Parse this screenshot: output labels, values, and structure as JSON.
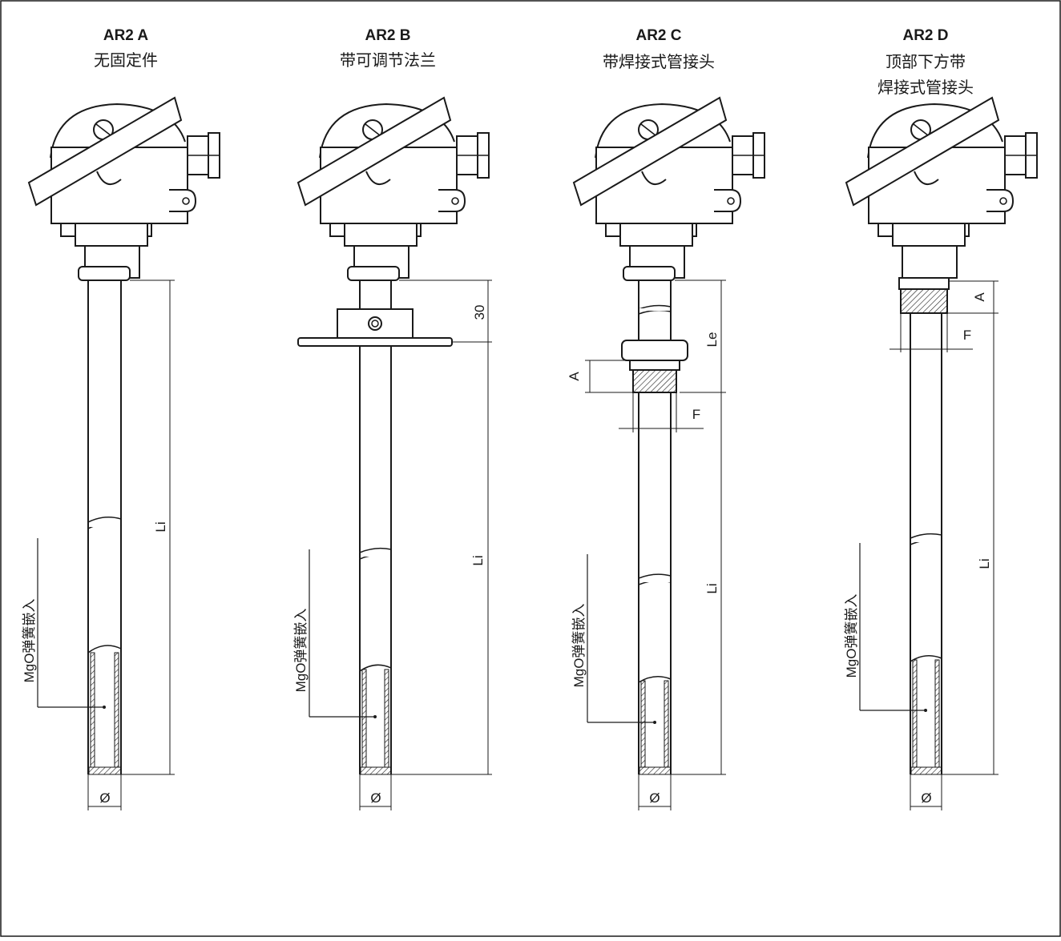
{
  "colors": {
    "line": "#1a1a1a",
    "housing": "#ffffff",
    "background": "#ffffff"
  },
  "variants": [
    {
      "code": "AR2 A",
      "subtitle_lines": [
        "无固定件"
      ],
      "dims": {
        "length": "Li",
        "diameter": "Ø"
      },
      "insert_label": "MgO弹簧嵌入"
    },
    {
      "code": "AR2 B",
      "subtitle_lines": [
        "带可调节法兰"
      ],
      "dims": {
        "offset": "30",
        "length": "Li",
        "diameter": "Ø"
      },
      "insert_label": "MgO弹簧嵌入"
    },
    {
      "code": "AR2 C",
      "subtitle_lines": [
        "带焊接式管接头"
      ],
      "dims": {
        "extension": "Le",
        "a": "A",
        "f": "F",
        "length": "Li",
        "diameter": "Ø"
      },
      "insert_label": "MgO弹簧嵌入"
    },
    {
      "code": "AR2 D",
      "subtitle_lines": [
        "顶部下方带",
        "焊接式管接头"
      ],
      "dims": {
        "a": "A",
        "f": "F",
        "length": "Li",
        "diameter": "Ø"
      },
      "insert_label": "MgO弹簧嵌入"
    }
  ]
}
